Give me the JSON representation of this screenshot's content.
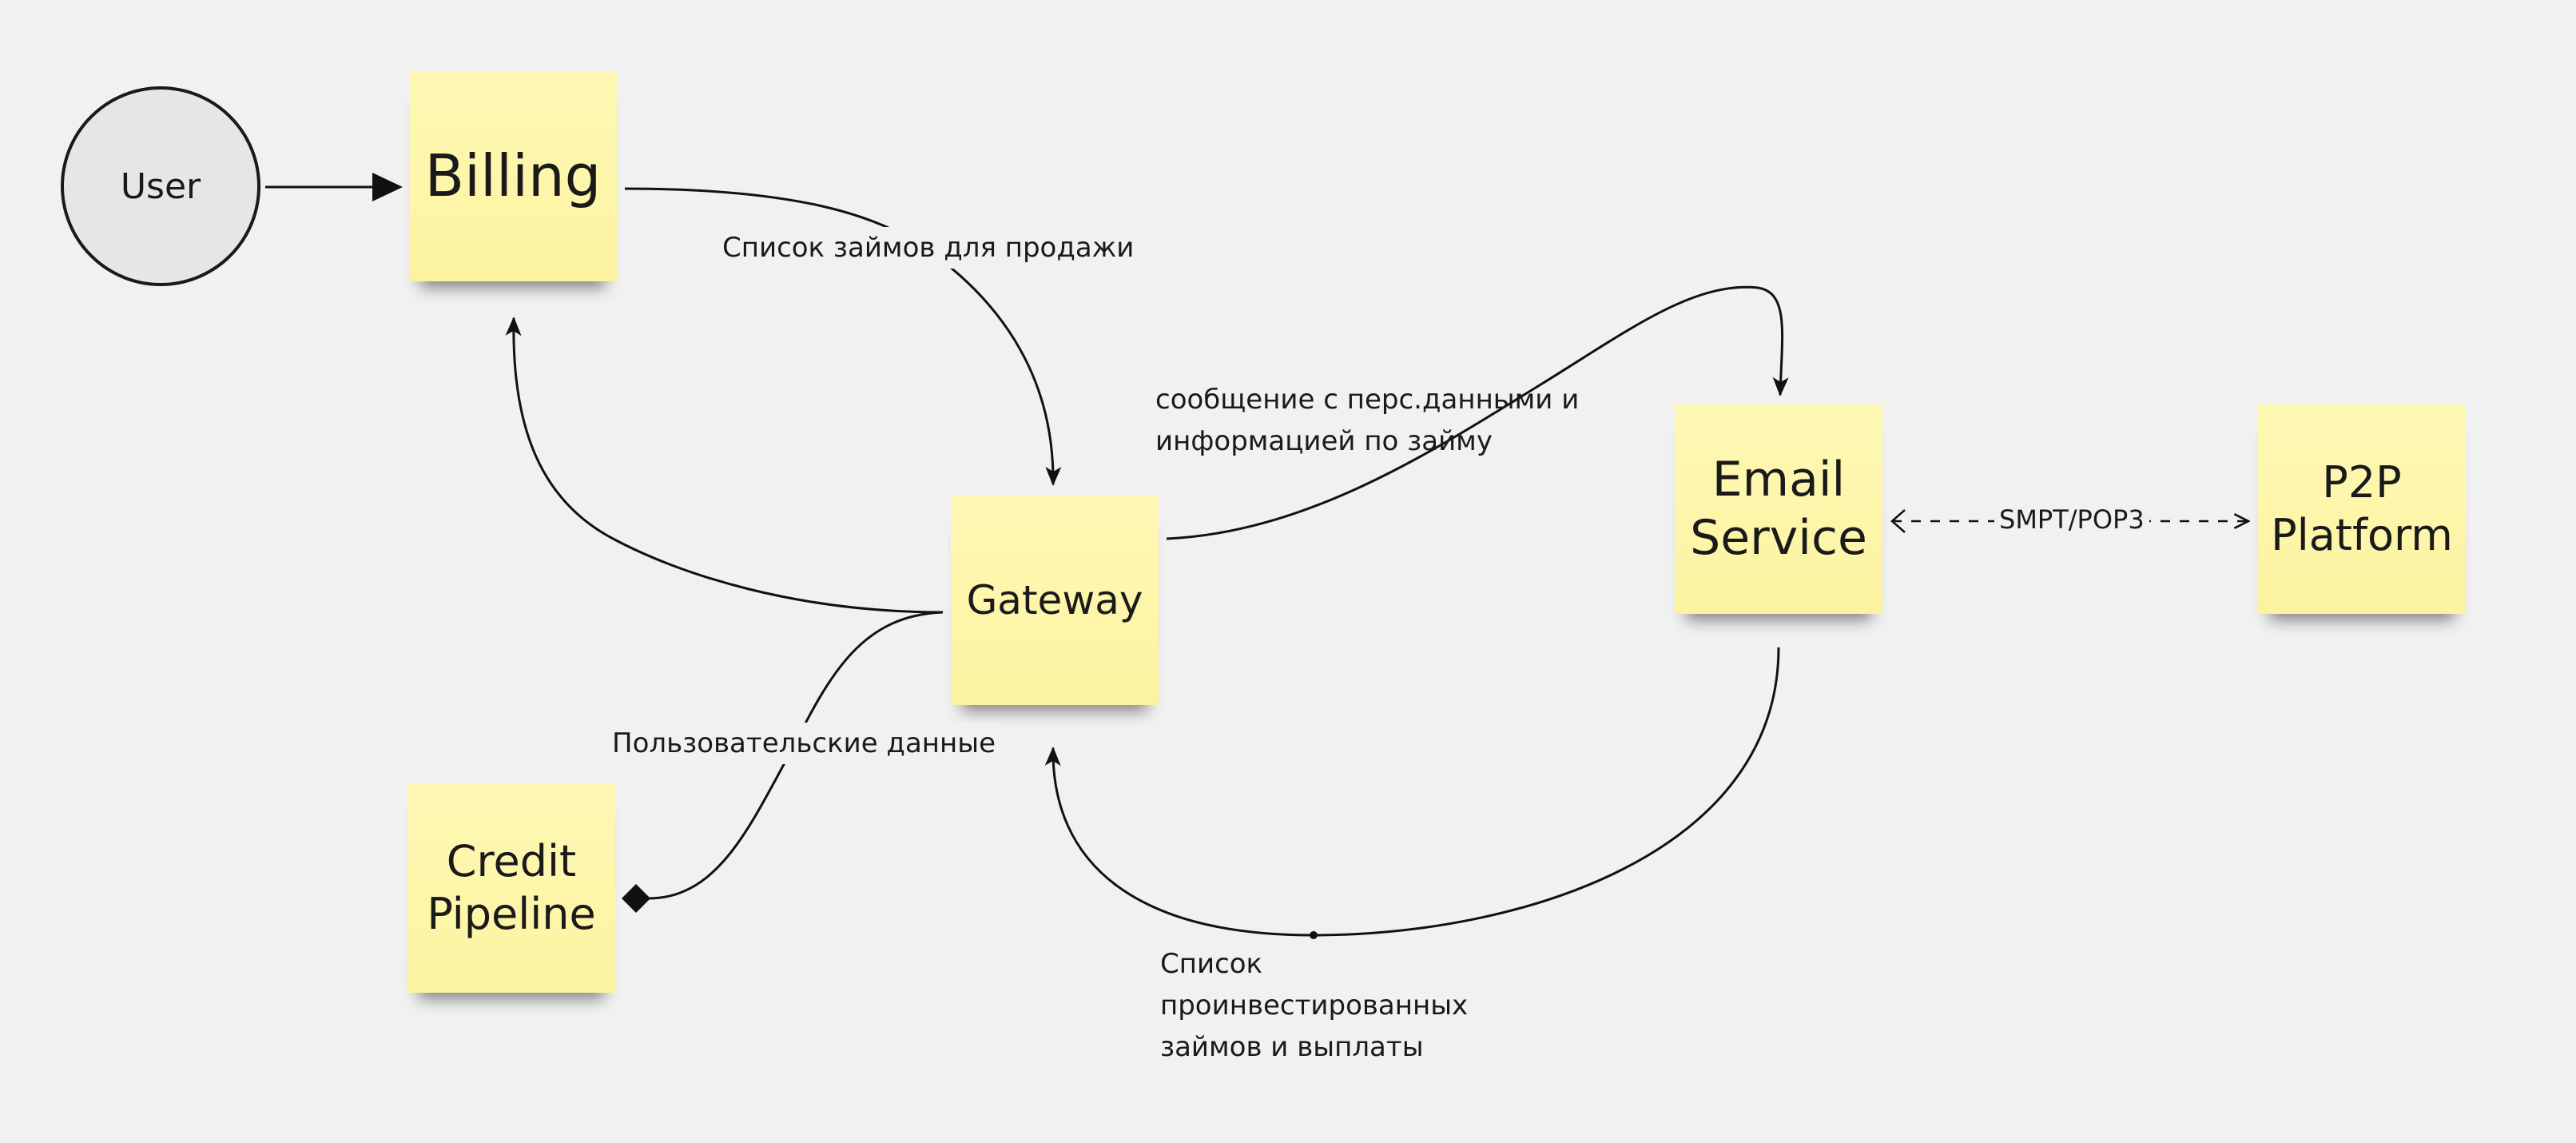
{
  "nodes": {
    "user": "User",
    "billing": "Billing",
    "gateway": "Gateway",
    "email_service": "Email\nService",
    "p2p_platform": "P2P\nPlatform",
    "credit_pipeline": "Credit\nPipeline"
  },
  "edges": {
    "billing_to_gateway": "Список займов для продажи",
    "gateway_to_email": "сообщение с перс.данными и\nинформацией по займу",
    "credit_to_gateway": "Пользовательские данные",
    "email_to_gateway": "Список\nпроинвестированных\nзаймов и выплаты",
    "email_p2p": "SMPT/POP3"
  },
  "colors": {
    "sticky": "#fdf6a8",
    "background": "#f1f1f1",
    "user_circle": "#e6e6e6",
    "line": "#1a1a1a"
  }
}
